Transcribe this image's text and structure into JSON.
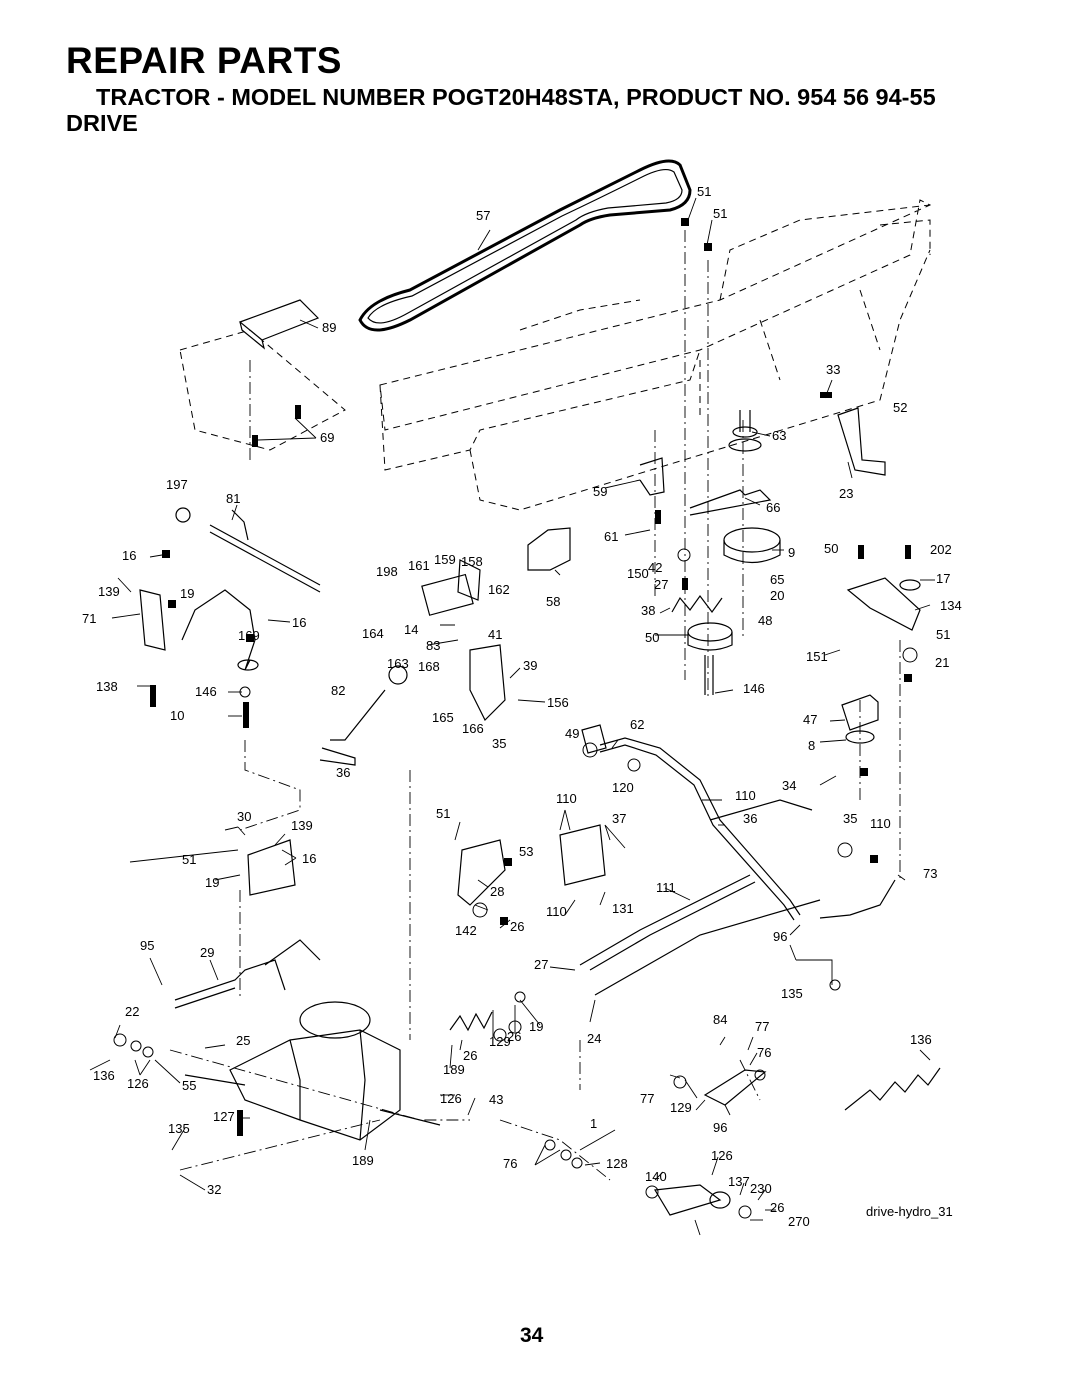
{
  "header": {
    "title": "REPAIR PARTS",
    "subtitle": "TRACTOR - MODEL NUMBER POGT20H48STA, PRODUCT NO. 954 56 94-55",
    "section": "DRIVE"
  },
  "diagram": {
    "labels": [
      "57",
      "51",
      "51",
      "89",
      "69",
      "33",
      "52",
      "63",
      "197",
      "81",
      "59",
      "66",
      "23",
      "16",
      "139",
      "19",
      "71",
      "198",
      "161",
      "159",
      "158",
      "162",
      "58",
      "61",
      "9",
      "42",
      "50",
      "202",
      "150",
      "17",
      "65",
      "20",
      "48",
      "134",
      "16",
      "169",
      "164",
      "14",
      "83",
      "41",
      "38",
      "50",
      "27",
      "151",
      "51",
      "21",
      "163",
      "168",
      "39",
      "146",
      "138",
      "146",
      "10",
      "82",
      "165",
      "166",
      "156",
      "35",
      "62",
      "49",
      "47",
      "8",
      "36",
      "120",
      "34",
      "110",
      "30",
      "139",
      "51",
      "110",
      "37",
      "36",
      "35",
      "110",
      "51",
      "16",
      "19",
      "53",
      "73",
      "28",
      "111",
      "110",
      "131",
      "142",
      "26",
      "96",
      "95",
      "29",
      "27",
      "135",
      "22",
      "24",
      "19",
      "26",
      "129",
      "84",
      "77",
      "25",
      "26",
      "76",
      "189",
      "136",
      "126",
      "55",
      "77",
      "136",
      "126",
      "43",
      "129",
      "127",
      "96",
      "135",
      "1",
      "189",
      "76",
      "128",
      "126",
      "140",
      "137",
      "230",
      "26",
      "32",
      "270"
    ]
  },
  "footer": {
    "page_number": "34",
    "drawing_ref": "drive-hydro_31"
  }
}
